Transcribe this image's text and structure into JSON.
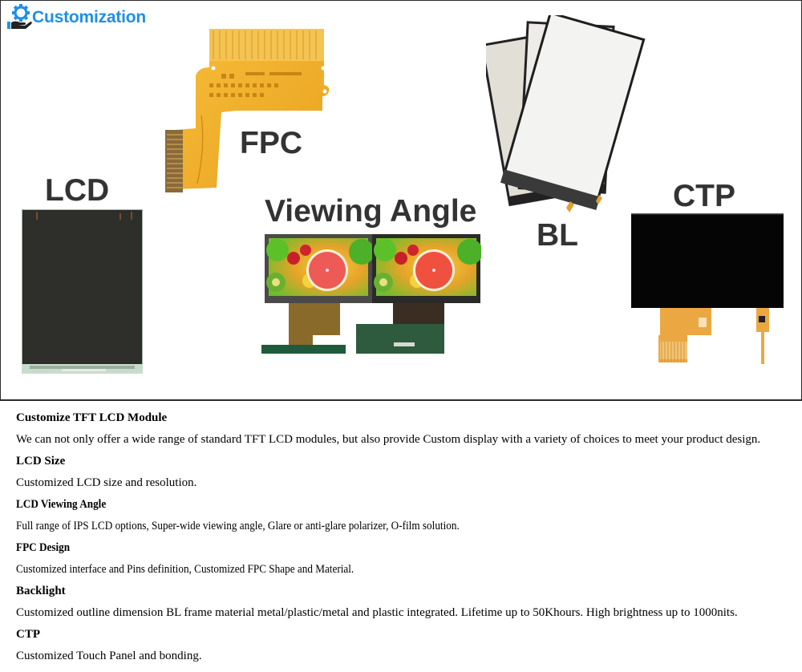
{
  "banner": {
    "brand": {
      "icon": "gear-hand-icon",
      "title": "Customization",
      "color": "#1e90e8"
    },
    "labels": {
      "fpc": "FPC",
      "lcd": "LCD",
      "viewing_angle": "Viewing Angle",
      "bl": "BL",
      "ctp": "CTP"
    },
    "products": [
      {
        "name": "FPC",
        "icon": "flexible-circuit-image"
      },
      {
        "name": "LCD",
        "icon": "lcd-panel-image"
      },
      {
        "name": "Viewing Angle",
        "icon": "dual-display-fruit-image"
      },
      {
        "name": "BL",
        "icon": "backlight-stack-image"
      },
      {
        "name": "CTP",
        "icon": "touch-panel-image"
      }
    ]
  },
  "sections": [
    {
      "heading": "Customize TFT LCD Module",
      "body": "We can not only offer a wide range of standard TFT LCD modules, but also provide Custom display with a variety of choices to meet your product design."
    },
    {
      "heading": "LCD Size",
      "body": "Customized LCD size and resolution."
    },
    {
      "heading": "LCD Viewing Angle",
      "body": "Full range of IPS LCD options, Super-wide viewing angle, Glare or anti-glare polarizer, O-film solution."
    },
    {
      "heading": "FPC Design",
      "body": "Customized interface and Pins definition, Customized FPC Shape and Material."
    },
    {
      "heading": "Backlight",
      "body": "Customized outline dimension BL frame material metal/plastic/metal and plastic integrated. Lifetime up to 50Khours. High brightness up to 1000nits."
    },
    {
      "heading": "CTP",
      "body": "Customized Touch Panel and bonding."
    }
  ]
}
